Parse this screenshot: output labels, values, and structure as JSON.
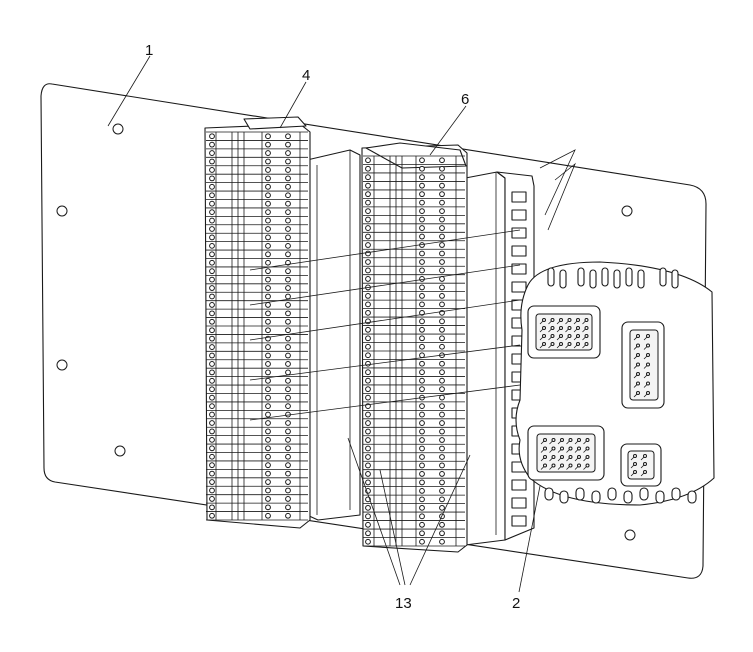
{
  "callouts": [
    {
      "id": "1",
      "label": "1"
    },
    {
      "id": "4",
      "label": "4"
    },
    {
      "id": "6",
      "label": "6"
    },
    {
      "id": "13",
      "label": "13"
    },
    {
      "id": "2",
      "label": "2"
    }
  ],
  "colors": {
    "line": "#1a1a1a",
    "background": "#ffffff"
  }
}
